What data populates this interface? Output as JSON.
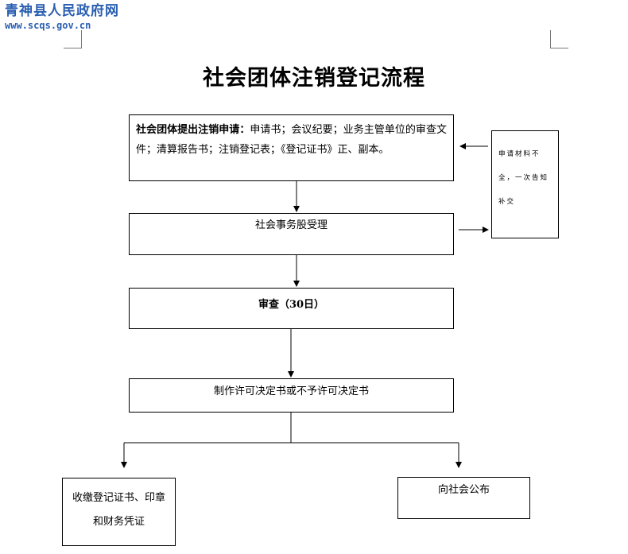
{
  "watermark": {
    "name": "青神县人民政府网",
    "url": "www.scqs.gov.cn"
  },
  "title": "社会团体注销登记流程",
  "steps": {
    "apply": {
      "bold": "社会团体提出注销申请：",
      "text": "申请书；会议纪要；业务主管单位的审查文件；清算报告书；注销登记表；《登记证书》正、副本。"
    },
    "accept": "社会事务股受理",
    "review": "审查（30日）",
    "decide": "制作许可决定书或不予许可决定书",
    "collect": "收缴登记证书、印章和财务凭证",
    "announce": "向社会公布"
  },
  "side_note": "申请材料不全，一次告知补交"
}
